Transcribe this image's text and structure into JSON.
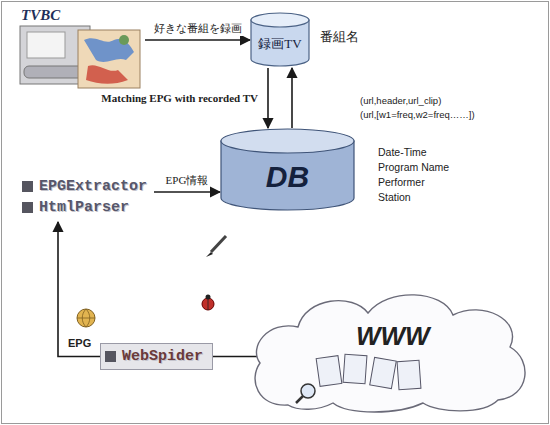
{
  "diagram": {
    "nodes": [
      {
        "text": [
          "TVBC"
        ]
      },
      {
        "text": [
          "録画TV"
        ]
      },
      {
        "text": [
          "DB"
        ]
      },
      {
        "text": [
          "EPGExtractor",
          "HtmlParser"
        ]
      },
      {
        "text": [
          "WebSpider"
        ]
      },
      {
        "text": [
          "WWW"
        ]
      }
    ],
    "edges": [
      {
        "from": 0,
        "to": 1,
        "label": "好きな番組を録画",
        "arrow": "to"
      },
      {
        "from": 2,
        "to": 1,
        "label": "Matching EPG with recorded TV",
        "arrow": "to"
      },
      {
        "from": 1,
        "to": 2,
        "arrow": "to"
      },
      {
        "from": 3,
        "to": 2,
        "label": "EPG情報",
        "arrow": "to"
      },
      {
        "from": 4,
        "to": 3,
        "label": "EPG",
        "arrow": "to"
      },
      {
        "from": 4,
        "to": 5,
        "arrow": "none"
      }
    ],
    "labels": [
      "番組名",
      "(url,header,url_clip)",
      "(url,[w1=freq,w2=freq……])",
      "Date-Time",
      "Program Name",
      "Performer",
      "Station"
    ]
  }
}
